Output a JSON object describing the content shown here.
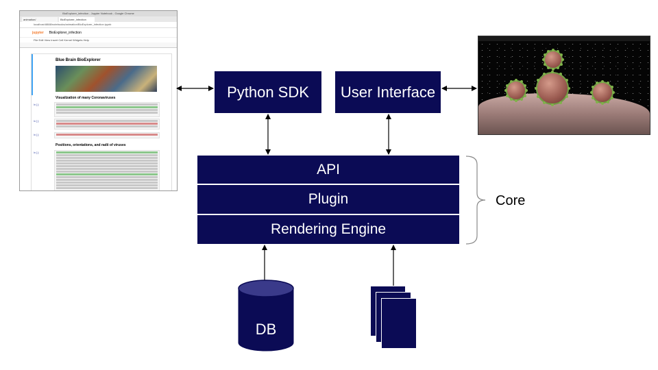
{
  "components": {
    "python_sdk": "Python SDK",
    "user_interface": "User Interface"
  },
  "core": {
    "label": "Core",
    "layers": [
      "API",
      "Plugin",
      "Rendering Engine"
    ]
  },
  "storage": {
    "db": "DB"
  },
  "jupyter": {
    "window_title": "BioExplorer_infection - Jupyter Notebook - Google Chrome",
    "tab1": "animation/",
    "tab2": "BioExplorer_infection",
    "url": "localhost:8888/notebooks/animation/BioExplorer_infection.ipynb",
    "logo": "jupyter",
    "notebook_name": "BioExplorer_infection",
    "menu": "File   Edit   View   Insert   Cell   Kernel   Widgets   Help",
    "title": "Blue Brain BioExplorer",
    "heading1": "Visualization of many Coronaviruses",
    "heading2": "Positions, orientations, and radii of viruses",
    "prompts": [
      "In [ ]:",
      "In [ ]:",
      "In [ ]:",
      "In [ ]:"
    ]
  },
  "colors": {
    "box_fill": "#0b0b55",
    "box_text": "#ffffff"
  }
}
